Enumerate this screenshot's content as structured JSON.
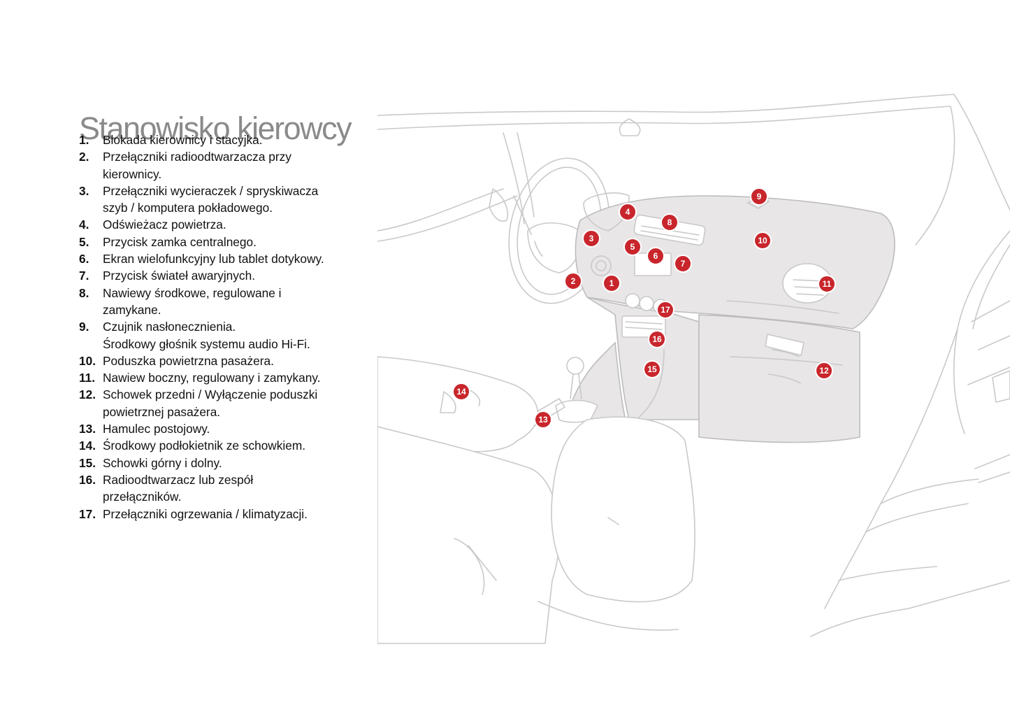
{
  "title": "Stanowisko kierowcy",
  "items": [
    {
      "num": "1.",
      "text": "Blokada kierownicy i stacyjka."
    },
    {
      "num": "2.",
      "text": "Przełączniki radioodtwarzacza przy\nkierownicy."
    },
    {
      "num": "3.",
      "text": "Przełączniki wycieraczek / spryskiwacza\nszyb / komputera pokładowego."
    },
    {
      "num": "4.",
      "text": "Odświeżacz powietrza."
    },
    {
      "num": "5.",
      "text": "Przycisk zamka centralnego."
    },
    {
      "num": "6.",
      "text": "Ekran wielofunkcyjny lub tablet dotykowy."
    },
    {
      "num": "7.",
      "text": "Przycisk świateł awaryjnych."
    },
    {
      "num": "8.",
      "text": "Nawiewy środkowe, regulowane i\nzamykane."
    },
    {
      "num": "9.",
      "text": "Czujnik nasłonecznienia.\nŚrodkowy głośnik systemu audio Hi-Fi."
    },
    {
      "num": "10.",
      "text": "Poduszka powietrzna pasażera."
    },
    {
      "num": "11.",
      "text": "Nawiew boczny, regulowany i zamykany."
    },
    {
      "num": "12.",
      "text": "Schowek przedni / Wyłączenie poduszki\npowietrznej pasażera."
    },
    {
      "num": "13.",
      "text": "Hamulec postojowy."
    },
    {
      "num": "14.",
      "text": "Środkowy podłokietnik ze schowkiem."
    },
    {
      "num": "15.",
      "text": "Schowki górny i dolny."
    },
    {
      "num": "16.",
      "text": "Radioodtwarzacz lub zespół\nprzełączników."
    },
    {
      "num": "17.",
      "text": "Przełączniki ogrzewania / klimatyzacji."
    }
  ],
  "callouts": [
    "1",
    "2",
    "3",
    "4",
    "5",
    "6",
    "7",
    "8",
    "9",
    "10",
    "11",
    "12",
    "13",
    "14",
    "15",
    "16",
    "17"
  ],
  "colors": {
    "title": "#8a8a8a",
    "callout": "#c8262c",
    "dashboard": "#e8e6e6",
    "line": "#c9c9c9"
  }
}
